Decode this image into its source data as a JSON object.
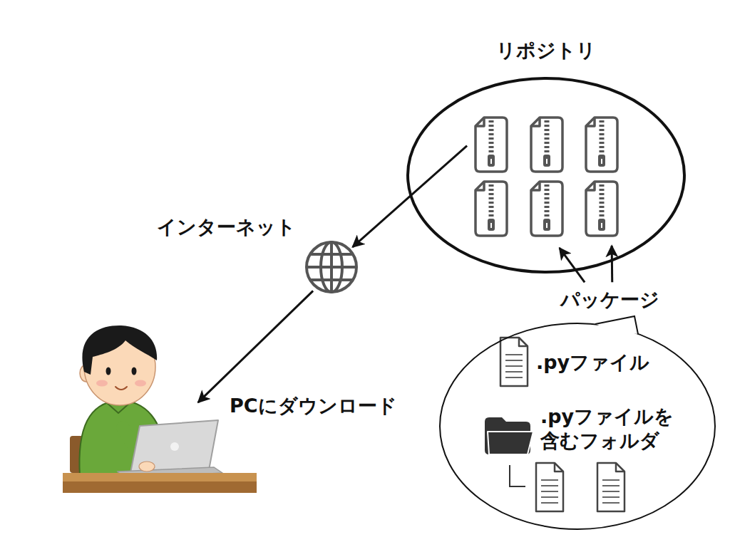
{
  "diagram": {
    "nodes": [
      {
        "text": [
          "リポジトリ"
        ]
      },
      {
        "text": [
          "インターネット"
        ]
      },
      {
        "text": [
          "PCにダウンロード"
        ]
      },
      {
        "text": [
          "パッケージ"
        ]
      },
      {
        "text": [
          ".pyファイル"
        ],
        "in": 3
      },
      {
        "text": [
          ".pyファイルを 含むフォルダ"
        ],
        "in": 3
      }
    ],
    "edges": [
      {
        "from": 0,
        "to": 1,
        "arrow": "to"
      },
      {
        "from": 1,
        "to": 2,
        "arrow": "to"
      },
      {
        "from": 3,
        "to": 0,
        "arrow": "to"
      },
      {
        "from": 3,
        "to": 0,
        "arrow": "to"
      }
    ]
  }
}
